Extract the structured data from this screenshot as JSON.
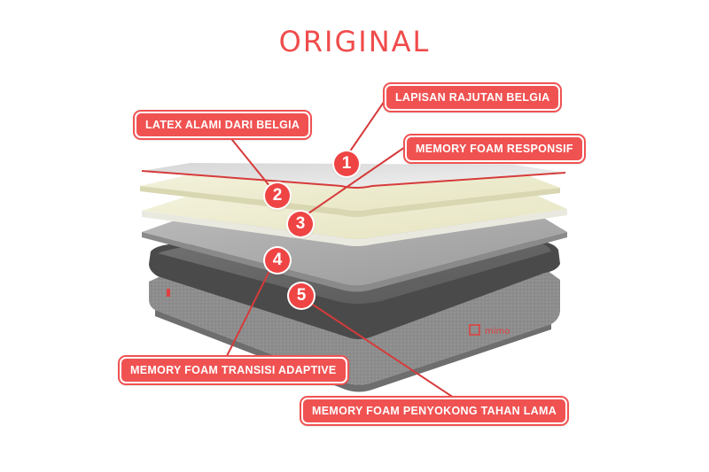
{
  "title": "ORIGINAL",
  "brand_mark": "mimo",
  "colors": {
    "accent": "#f05252",
    "badge": "#ef4444",
    "line": "#d63b3b"
  },
  "layers": [
    {
      "number": "1",
      "label": "LAPISAN RAJUTAN BELGIA"
    },
    {
      "number": "2",
      "label": "LATEX ALAMI DARI BELGIA"
    },
    {
      "number": "3",
      "label": "MEMORY FOAM RESPONSIF"
    },
    {
      "number": "4",
      "label": "MEMORY FOAM TRANSISI ADAPTIVE"
    },
    {
      "number": "5",
      "label": "MEMORY FOAM PENYOKONG TAHAN LAMA"
    }
  ]
}
